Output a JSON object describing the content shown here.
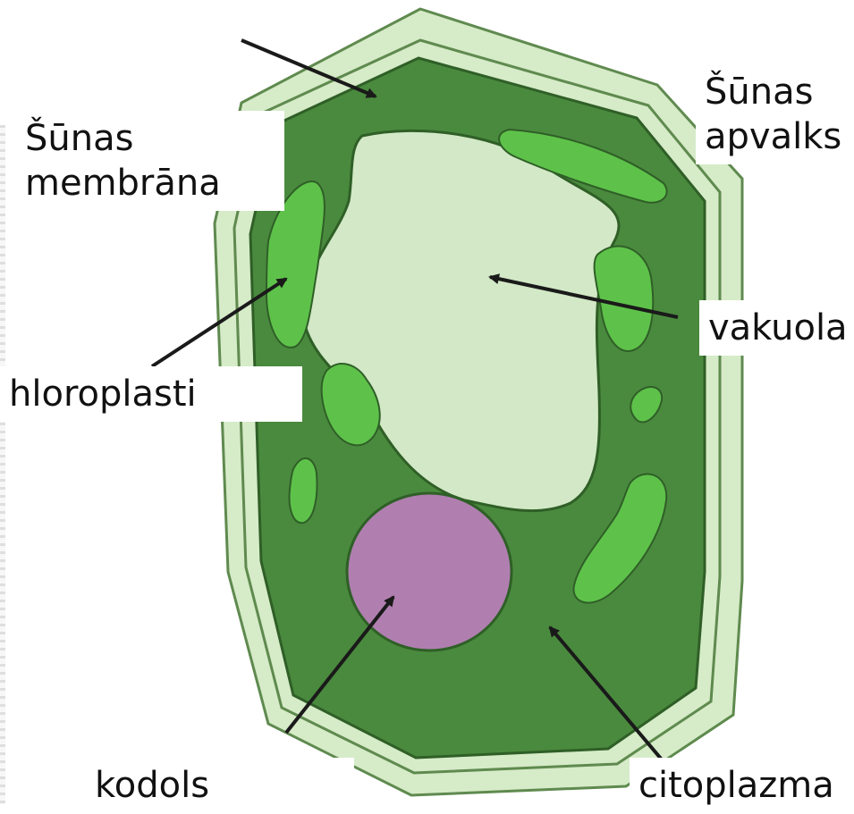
{
  "labels": {
    "cell_membrane": [
      "Šūnas",
      "membrāna"
    ],
    "cell_wall": [
      "Šūnas",
      "apvalks"
    ],
    "vacuole": "vakuola",
    "chloroplasts": "hloroplasti",
    "nucleus": "kodols",
    "cytoplasm": "citoplazma"
  },
  "colors": {
    "cell_wall_outer": "#d6ebc8",
    "cell_wall_line": "#5f8a4f",
    "cytoplasm": "#4a8a3e",
    "vacuole": "#d2e8c6",
    "chloroplast": "#5ec24a",
    "nucleus": "#b07fb0",
    "arrow": "#1a1a1a"
  }
}
